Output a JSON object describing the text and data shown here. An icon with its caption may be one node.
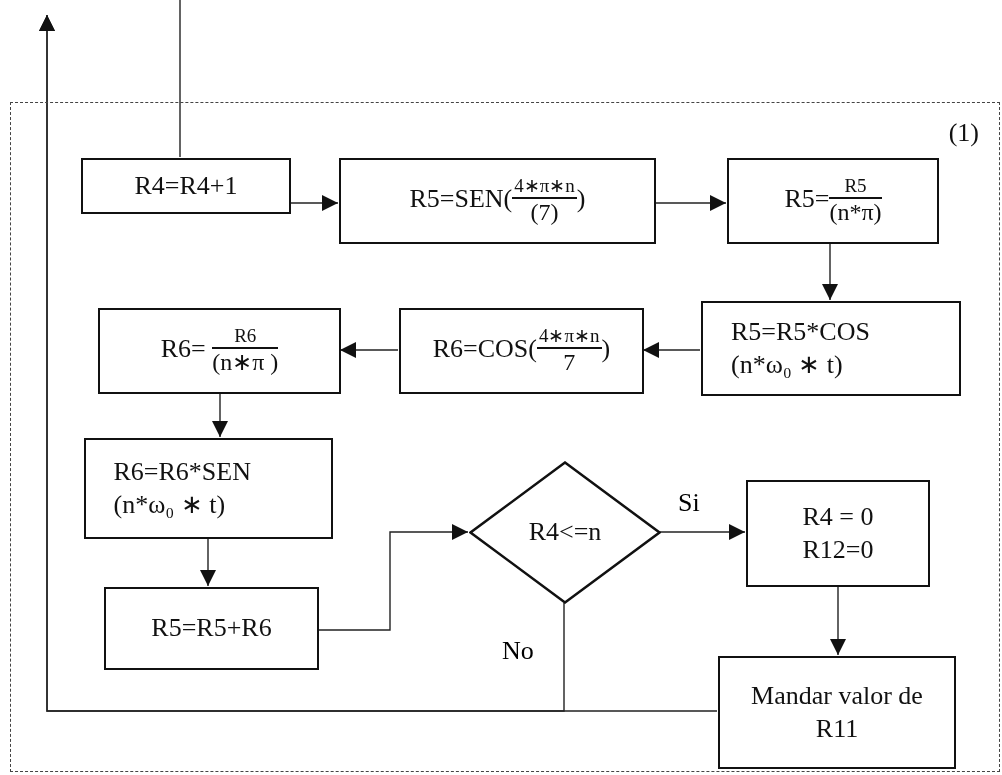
{
  "diagram": {
    "nodes": [
      {
        "text": [
          "(1)"
        ]
      },
      {
        "text": [
          "R4=R4+1"
        ],
        "in": 0
      },
      {
        "text": [
          "R5=SEN(",
          "4∗π∗n",
          "(7)",
          ")"
        ],
        "in": 0
      },
      {
        "text": [
          "R5=",
          "R5",
          "(n*π)"
        ],
        "in": 0
      },
      {
        "text": [
          "R5=R5*COS (n*ω₀ ∗ t)"
        ],
        "in": 0
      },
      {
        "text": [
          "R6=COS(",
          "4∗π∗n",
          "7",
          ")"
        ],
        "in": 0
      },
      {
        "text": [
          "R6= ",
          "R6",
          "(n∗π )"
        ],
        "in": 0
      },
      {
        "text": [
          "R6=R6*SEN (n*ω₀ ∗ t)"
        ],
        "in": 0
      },
      {
        "text": [
          "R5=R5+R6"
        ],
        "in": 0
      },
      {
        "text": [
          "R4<=n"
        ],
        "in": 0
      },
      {
        "text": [
          "R4 = 0 R12=0"
        ],
        "in": 0
      },
      {
        "text": [
          "Mandar valor de R11"
        ],
        "in": 0
      }
    ],
    "edges": [
      {
        "from": null,
        "to": 1,
        "arrow": "none"
      },
      {
        "from": 1,
        "to": 2,
        "arrow": "to"
      },
      {
        "from": 2,
        "to": 3,
        "arrow": "to"
      },
      {
        "from": 3,
        "to": 4,
        "arrow": "to"
      },
      {
        "from": 4,
        "to": 5,
        "arrow": "to"
      },
      {
        "from": 5,
        "to": 6,
        "arrow": "to"
      },
      {
        "from": 6,
        "to": 7,
        "arrow": "to"
      },
      {
        "from": 7,
        "to": 8,
        "arrow": "to"
      },
      {
        "from": 8,
        "to": 9,
        "arrow": "to"
      },
      {
        "from": 9,
        "to": 10,
        "arrow": "to",
        "label": "Si"
      },
      {
        "from": 10,
        "to": 11,
        "arrow": "to"
      },
      {
        "from": 9,
        "to": null,
        "arrow": "to",
        "label": "No"
      },
      {
        "from": 11,
        "to": null,
        "arrow": "to"
      }
    ]
  }
}
